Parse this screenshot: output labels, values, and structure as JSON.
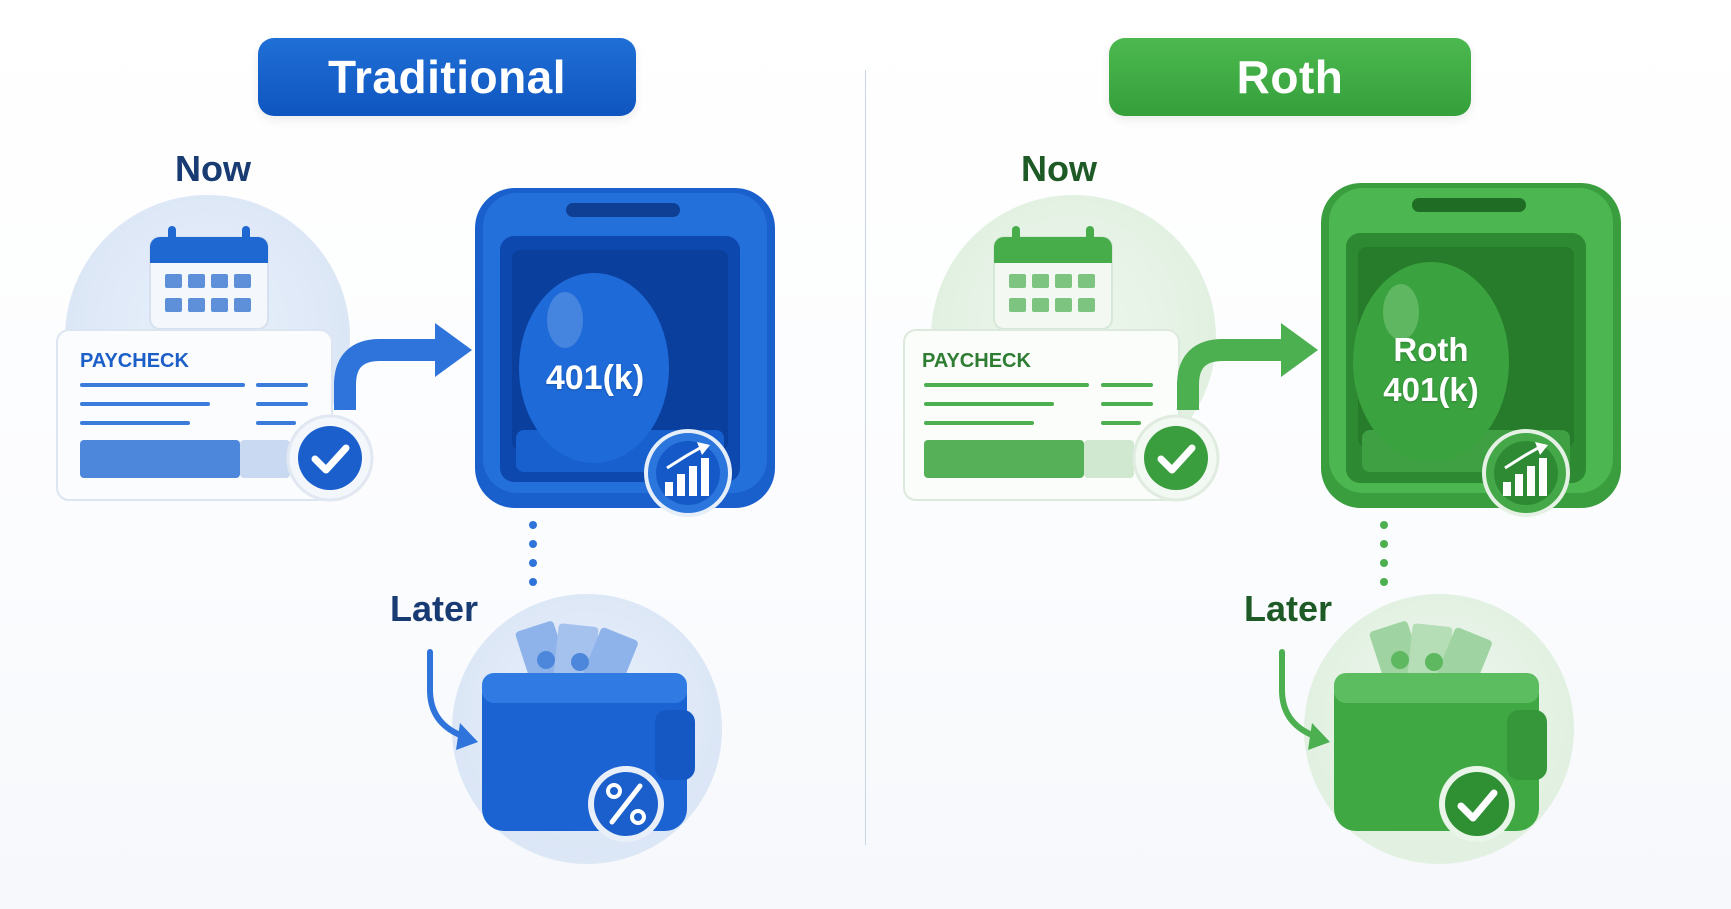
{
  "panels": [
    {
      "id": "traditional",
      "title": "Traditional",
      "now_label": "Now",
      "later_label": "Later",
      "paycheck_label": "PAYCHECK",
      "account_label_lines": [
        "401(k)"
      ],
      "later_badge_icon": "percent-icon",
      "colors": {
        "primary": "#1565d8",
        "dark": "#0d4fb5",
        "light": "#dfe9f8"
      }
    },
    {
      "id": "roth",
      "title": "Roth",
      "now_label": "Now",
      "later_label": "Later",
      "paycheck_label": "PAYCHECK",
      "account_label_lines": [
        "Roth",
        "401(k)"
      ],
      "later_badge_icon": "checkmark-icon",
      "colors": {
        "primary": "#43ad47",
        "dark": "#2e8f33",
        "light": "#e3f2e3"
      }
    }
  ]
}
